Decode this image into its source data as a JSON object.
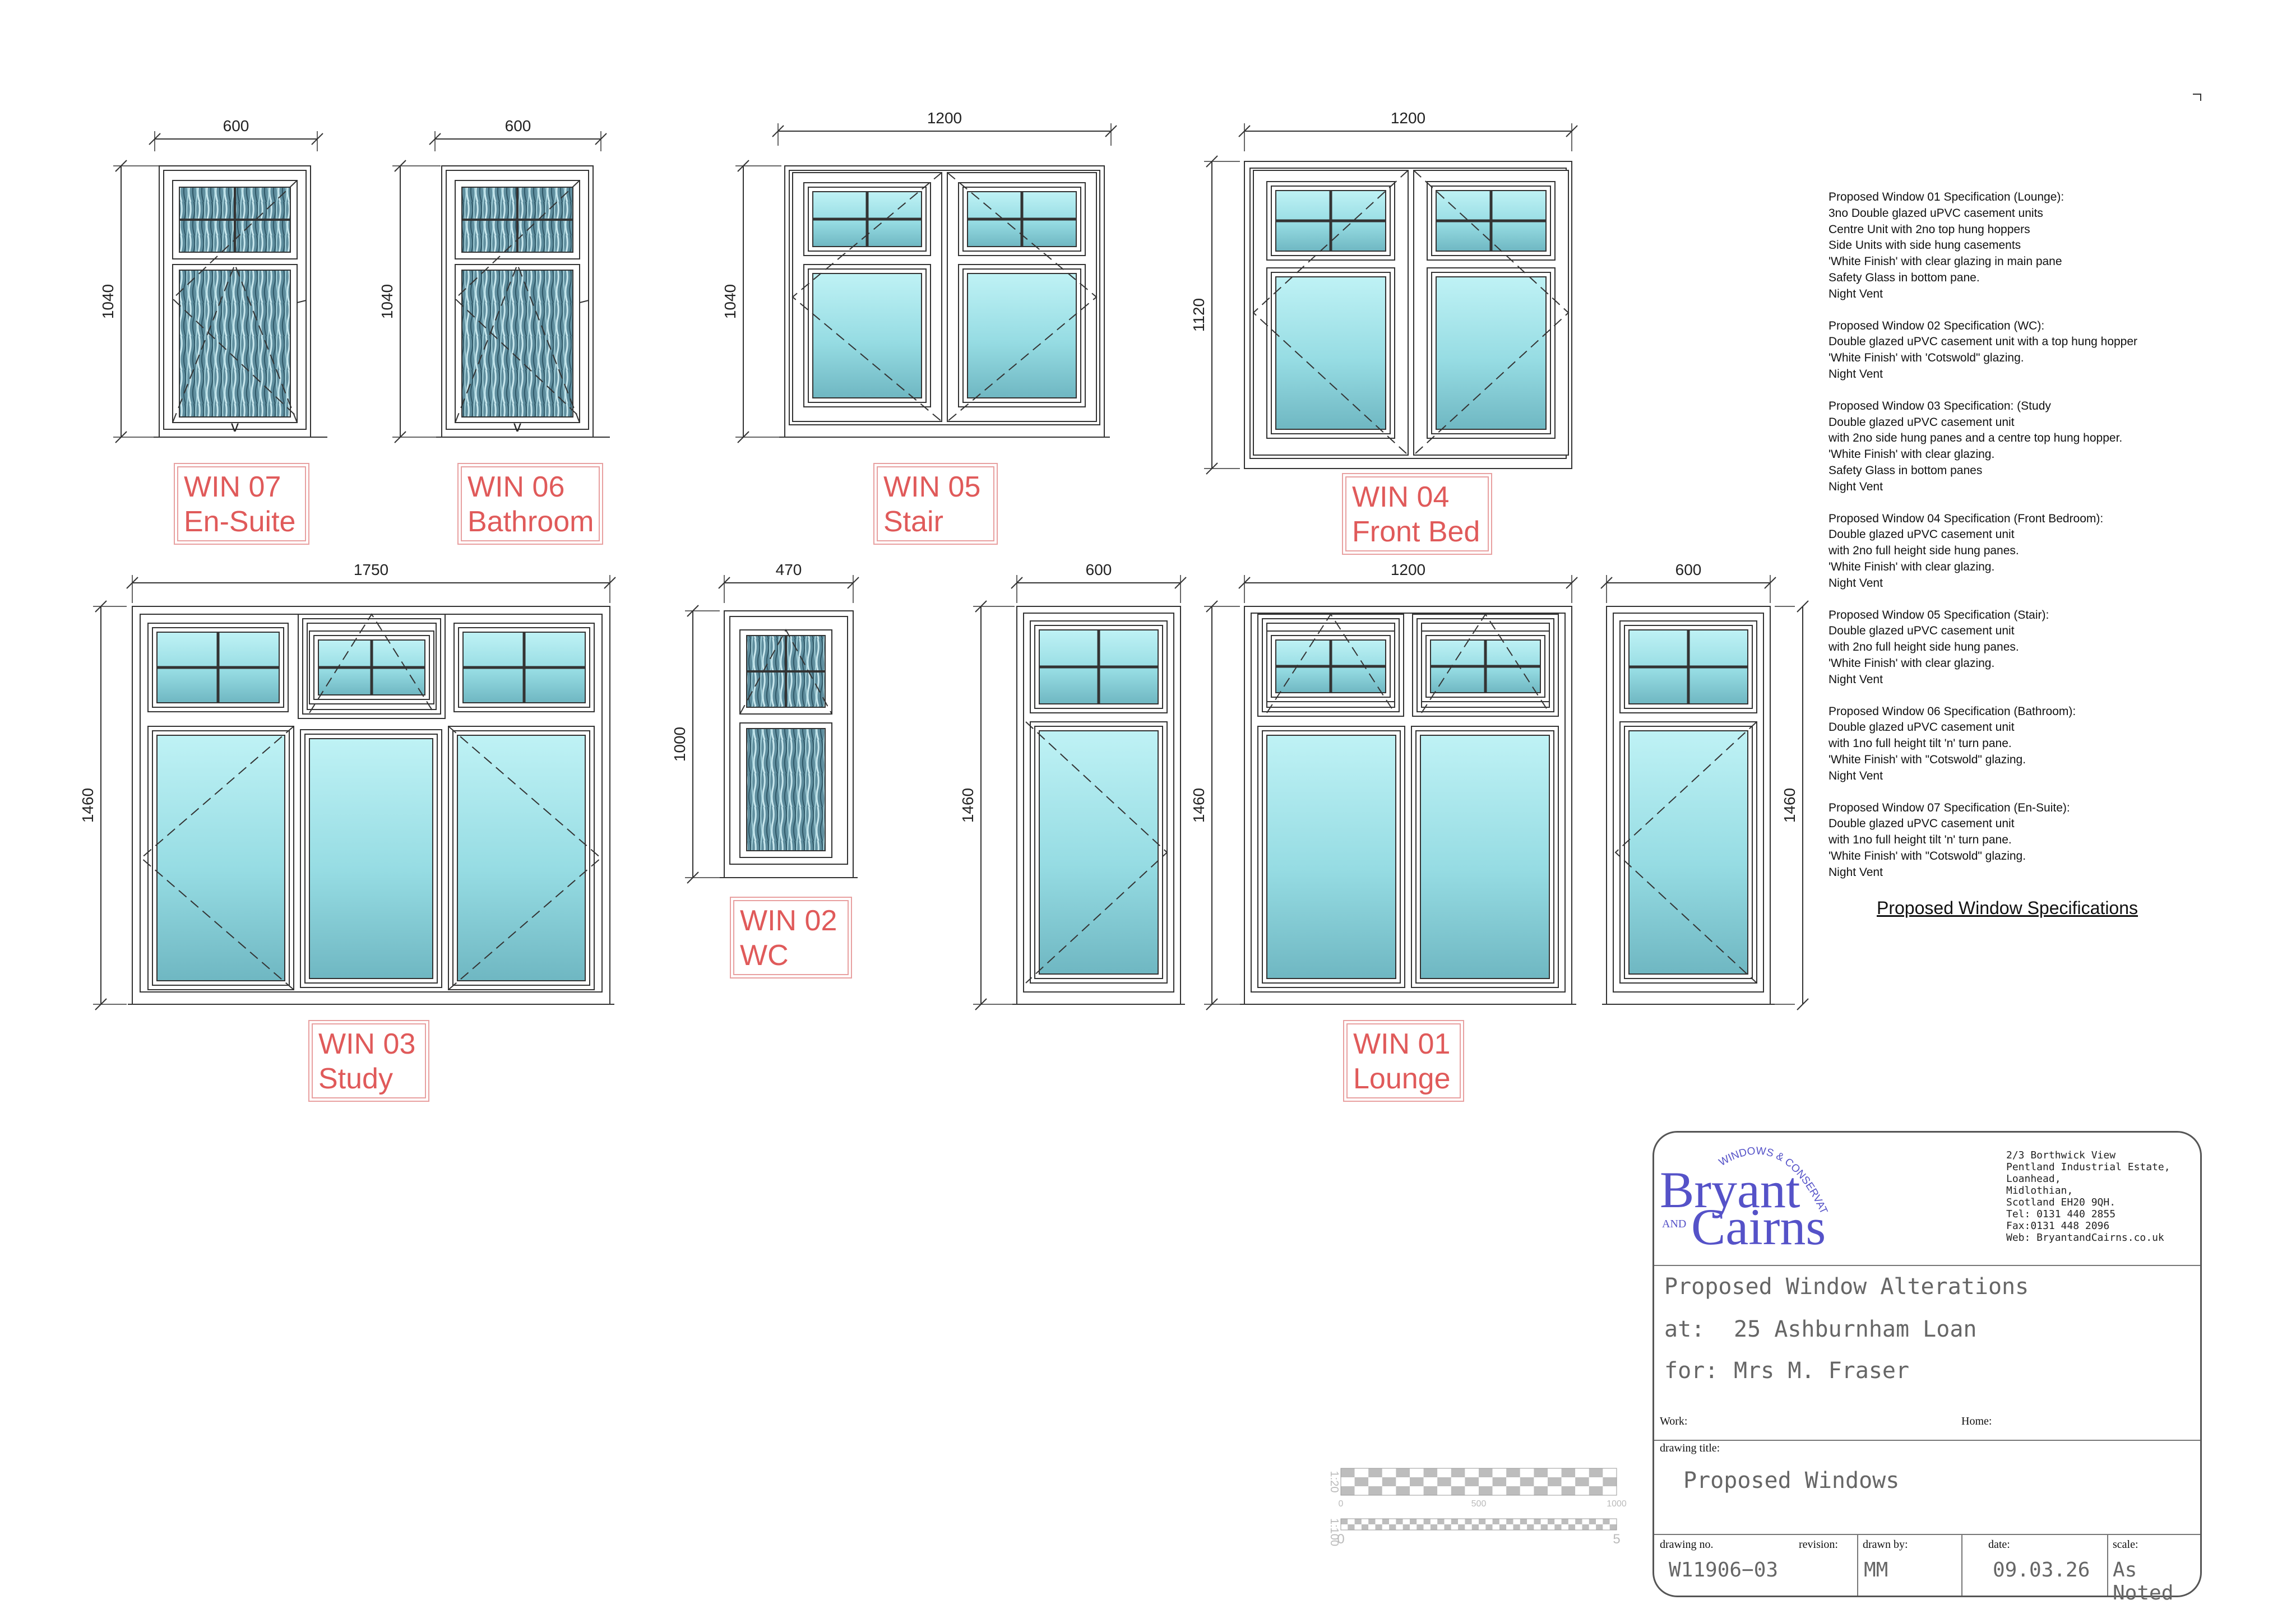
{
  "windows": [
    {
      "id": "win07",
      "code": "WIN 07",
      "name": "En-Suite",
      "width": "600",
      "height": "1040"
    },
    {
      "id": "win06",
      "code": "WIN 06",
      "name": "Bathroom",
      "width": "600",
      "height": "1040"
    },
    {
      "id": "win05",
      "code": "WIN 05",
      "name": "Stair",
      "width": "1200",
      "height": "1040"
    },
    {
      "id": "win04",
      "code": "WIN 04",
      "name": "Front Bed",
      "width": "1200",
      "height": "1120"
    },
    {
      "id": "win03",
      "code": "WIN 03",
      "name": "Study",
      "width": "1750",
      "height": "1460"
    },
    {
      "id": "win02",
      "code": "WIN 02",
      "name": "WC",
      "width": "470",
      "height": "1000"
    },
    {
      "id": "win01",
      "code": "WIN 01",
      "name": "Lounge",
      "width_left": "600",
      "width_centre": "1200",
      "width_right": "600",
      "height": "1460"
    }
  ],
  "specifications": {
    "heading": "Proposed Window Specifications",
    "blocks": [
      [
        "Proposed Window 01 Specification (Lounge):",
        "3no Double glazed uPVC casement units",
        "Centre Unit with 2no top hung hoppers",
        "Side Units with side hung casements",
        "'White Finish' with clear glazing in main pane",
        "Safety Glass in bottom pane.",
        "Night Vent"
      ],
      [
        "Proposed Window 02 Specification (WC):",
        "Double glazed uPVC casement unit with a top hung hopper",
        "'White Finish' with 'Cotswold\" glazing.",
        "Night Vent"
      ],
      [
        "Proposed Window 03 Specification: (Study",
        "Double glazed uPVC casement unit",
        "with 2no side hung panes and a centre top hung hopper.",
        "'White Finish' with clear glazing.",
        "Safety Glass in bottom panes",
        "Night Vent"
      ],
      [
        "Proposed Window 04 Specification (Front Bedroom):",
        "Double glazed uPVC casement unit",
        "with 2no full height side hung panes.",
        "'White Finish' with clear glazing.",
        "Night Vent"
      ],
      [
        "Proposed Window 05 Specification (Stair):",
        "Double glazed uPVC casement unit",
        "with 2no full height side hung panes.",
        "'White Finish' with clear glazing.",
        "Night Vent"
      ],
      [
        "Proposed Window 06 Specification (Bathroom):",
        "Double glazed uPVC casement unit",
        "with 1no full height tilt 'n' turn pane.",
        "'White Finish' with \"Cotswold\" glazing.",
        "Night Vent"
      ],
      [
        "Proposed Window 07 Specification (En-Suite):",
        "Double glazed uPVC casement unit",
        "with 1no full height tilt 'n' turn pane.",
        "'White Finish' with \"Cotswold\" glazing.",
        "Night Vent"
      ]
    ]
  },
  "scale_bar": {
    "scale_top": "1:20",
    "scale_bottom": "1:100",
    "top_ticks": [
      "0",
      "500",
      "1000"
    ],
    "bottom_ticks": [
      "0",
      "5"
    ]
  },
  "title_block": {
    "company_line1": "Bryant",
    "company_and": "AND",
    "company_line2": "Cairns",
    "company_arc": "WINDOWS & CONSERVATORIES",
    "address": "2/3 Borthwick View\nPentland Industrial Estate,\nLoanhead,\nMidlothian,\nScotland EH20 9QH.\nTel: 0131 440 2855\nFax:0131 448 2096\nWeb: BryantandCairns.co.uk",
    "project_title": "Proposed  Window  Alterations",
    "at_label": "at:",
    "at_value": "25  Ashburnham  Loan",
    "for_label": "for:",
    "for_value": "Mrs  M.  Fraser",
    "work_label": "Work:",
    "home_label": "Home:",
    "drawing_title_label": "drawing  title:",
    "drawing_title": "Proposed  Windows",
    "drawing_no_label": "drawing  no.",
    "revision_label": "revision:",
    "drawing_no": "W11906−03",
    "drawn_by_label": "drawn  by:",
    "drawn_by": "MM",
    "date_label": "date:",
    "date": "09.03.26",
    "scale_label": "scale:",
    "scale": "As  Noted"
  },
  "colors": {
    "glass": "#8fd6de",
    "glass_light": "#b9eef2",
    "label": "#e05a5a",
    "logo": "#5552c8",
    "frame": "#333333"
  }
}
